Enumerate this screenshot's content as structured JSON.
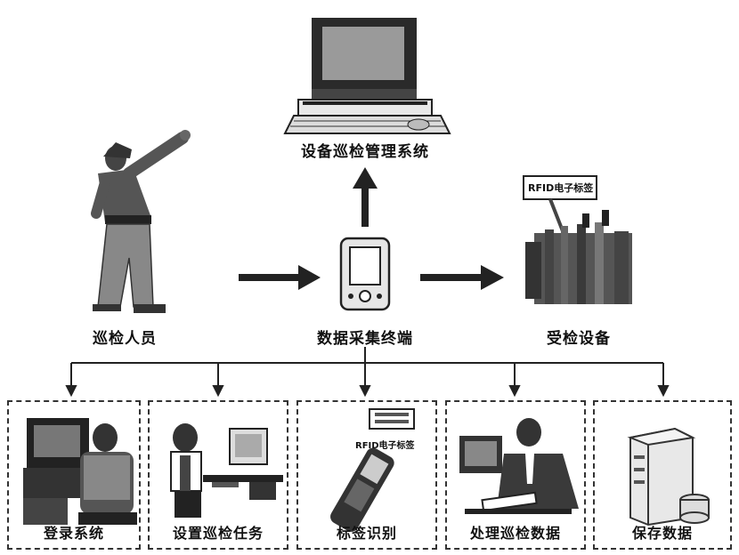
{
  "top_node": {
    "label": "设备巡检管理系统"
  },
  "center_row": {
    "inspector": "巡检人员",
    "terminal": "数据采集终端",
    "equipment": "受检设备",
    "rfid_tag": "RFID电子标签"
  },
  "boxes": [
    {
      "label": "登录系统",
      "icon": "computer-operator-icon"
    },
    {
      "label": "设置巡检任务",
      "icon": "office-desk-icon"
    },
    {
      "label": "标签识别",
      "icon": "handheld-scanner-icon",
      "tag": "RFID电子标签"
    },
    {
      "label": "处理巡检数据",
      "icon": "businessman-reading-icon"
    },
    {
      "label": "保存数据",
      "icon": "server-icon"
    }
  ]
}
